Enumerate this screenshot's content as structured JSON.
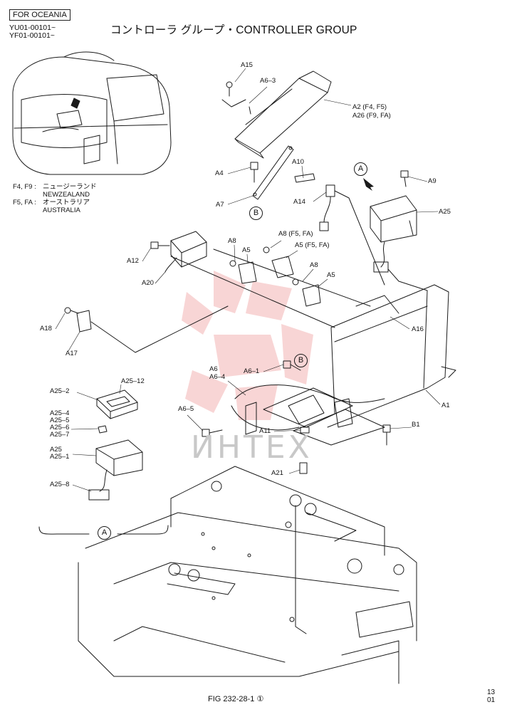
{
  "header": {
    "region_tag": "FOR OCEANIA",
    "serials": [
      "YU01-00101~",
      "YF01-00101~"
    ],
    "title": "コントローラ グループ・CONTROLLER GROUP"
  },
  "watermark": "ИНТЕХ",
  "model_notes": [
    {
      "code": "F4, F9 :",
      "ja": "ニュージーランド",
      "en": "NEWZEALAND"
    },
    {
      "code": "F5, FA :",
      "ja": "オーストラリア",
      "en": "AUSTRALIA"
    }
  ],
  "view_markers": {
    "a": "A",
    "b": "B"
  },
  "callouts": {
    "a15": "A15",
    "a6_3": "A6–3",
    "a2": "A2 (F4, F5)",
    "a26": "A26 (F9, FA)",
    "a4": "A4",
    "a10": "A10",
    "a7": "A7",
    "a9": "A9",
    "a14": "A14",
    "a25": "A25",
    "a12": "A12",
    "a20": "A20",
    "a8_1": "A8",
    "a5_1": "A5",
    "a8_f5fa": "A8 (F5, FA)",
    "a5_f5fa": "A5 (F5, FA)",
    "a8_2": "A8",
    "a5_2": "A5",
    "a16": "A16",
    "a18": "A18",
    "a17": "A17",
    "a6": "A6",
    "a6_4": "A6–4",
    "a6_1": "A6–1",
    "a1": "A1",
    "a6_5": "A6–5",
    "a11": "A11",
    "b1": "B1",
    "a21": "A21",
    "a25_2": "A25–2",
    "a25_12": "A25–12",
    "a25_4": "A25–4",
    "a25_5": "A25–5",
    "a25_6": "A25–6",
    "a25_7": "A25–7",
    "a25_sub": "A25",
    "a25_1": "A25–1",
    "a25_8": "A25–8"
  },
  "footer": {
    "figure": "FIG 232-28-1 ①",
    "page_lines": [
      "13",
      "01"
    ]
  }
}
